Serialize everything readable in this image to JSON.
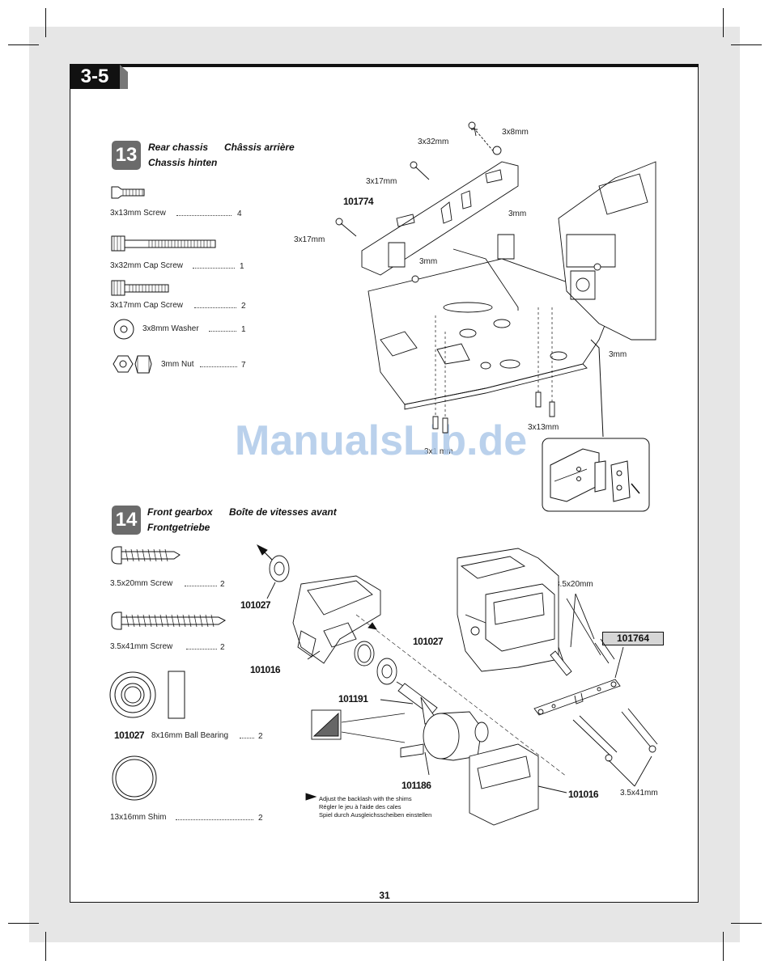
{
  "section": "3-5",
  "page_number": "31",
  "watermark": "ManualsLib.de",
  "step13": {
    "number": "13",
    "title_en": "Rear chassis",
    "title_fr": "Châssis arrière",
    "title_de": "Chassis hinten",
    "parts": [
      {
        "name": "3x13mm Screw",
        "qty": "4"
      },
      {
        "name": "3x32mm Cap Screw",
        "qty": "1"
      },
      {
        "name": "3x17mm Cap Screw",
        "qty": "2"
      },
      {
        "name": "3x8mm  Washer",
        "qty": "1"
      },
      {
        "name": "3mm Nut",
        "qty": "7"
      }
    ],
    "callouts": {
      "c_3x32": "3x32mm",
      "c_3x8": "3x8mm",
      "c_3x17a": "3x17mm",
      "c_3x17b": "3x17mm",
      "c_part": "101774",
      "c_3mm_a": "3mm",
      "c_3mm_b": "3mm",
      "c_3mm_c": "3mm",
      "c_3x13a": "3x13mm",
      "c_3x13b": "3x1  mm"
    }
  },
  "step14": {
    "number": "14",
    "title_en": "Front gearbox",
    "title_fr": "Boîte de vitesses avant",
    "title_de": "Frontgetriebe",
    "parts": [
      {
        "name": "3.5x20mm Screw",
        "qty": "2"
      },
      {
        "name": "3.5x41mm  Screw",
        "qty": "2"
      },
      {
        "part_no": "101027",
        "name": "8x16mm Ball Bearing",
        "qty": "2"
      },
      {
        "name": "13x16mm Shim",
        "qty": "2"
      }
    ],
    "callouts": {
      "p101027a": "101027",
      "p101016a": "101016",
      "p101027b": "101027",
      "p101191": "101191",
      "p101186": "101186",
      "p101016b": "101016",
      "p101764": "101764",
      "c_35x20": "3.5x20mm",
      "c_35x41": "3.5x41mm"
    },
    "note": [
      "Adjust the backlash with the shims",
      "Régler le jeu à l'aide des cales",
      "Spiel durch Ausgleichsscheiben einstellen"
    ]
  }
}
